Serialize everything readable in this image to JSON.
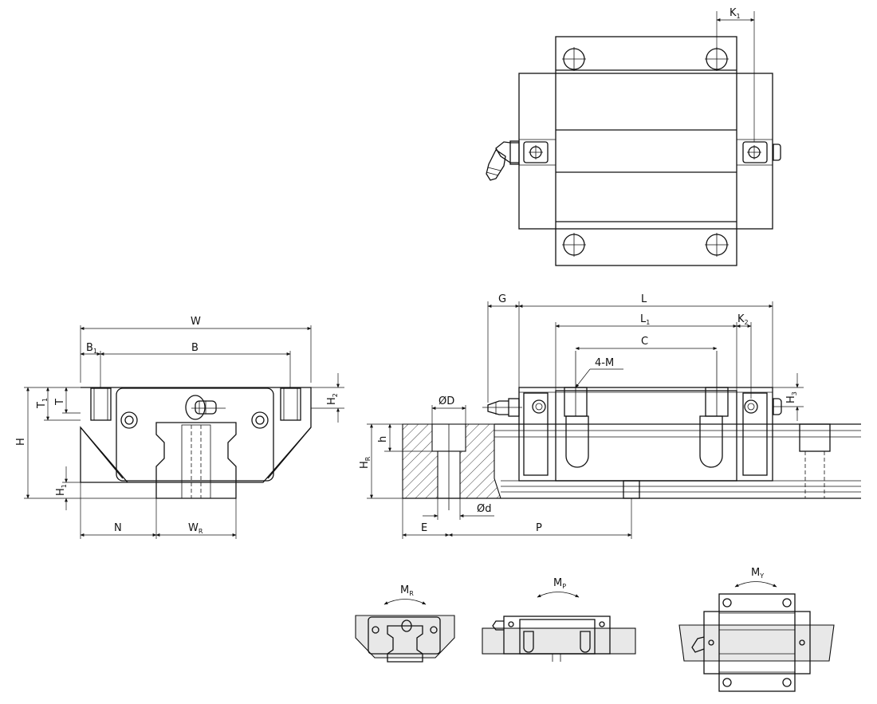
{
  "dimensions": {
    "K1": {
      "main": "K",
      "sub": "1"
    },
    "W": {
      "main": "W",
      "sub": ""
    },
    "B1": {
      "main": "B",
      "sub": "1"
    },
    "B": {
      "main": "B",
      "sub": ""
    },
    "T1": {
      "main": "T",
      "sub": "1"
    },
    "T": {
      "main": "T",
      "sub": ""
    },
    "H": {
      "main": "H",
      "sub": ""
    },
    "H1": {
      "main": "H",
      "sub": "1"
    },
    "H2": {
      "main": "H",
      "sub": "2"
    },
    "N": {
      "main": "N",
      "sub": ""
    },
    "WR": {
      "main": "W",
      "sub": "R"
    },
    "G": {
      "main": "G",
      "sub": ""
    },
    "L": {
      "main": "L",
      "sub": ""
    },
    "L1": {
      "main": "L",
      "sub": "1"
    },
    "K2": {
      "main": "K",
      "sub": "2"
    },
    "C": {
      "main": "C",
      "sub": ""
    },
    "M4": {
      "main": "4-M",
      "sub": ""
    },
    "D": {
      "main": "ØD",
      "sub": ""
    },
    "d": {
      "main": "Ød",
      "sub": ""
    },
    "h": {
      "main": "h",
      "sub": ""
    },
    "HR": {
      "main": "H",
      "sub": "R"
    },
    "H3": {
      "main": "H",
      "sub": "3"
    },
    "E": {
      "main": "E",
      "sub": ""
    },
    "P": {
      "main": "P",
      "sub": ""
    }
  },
  "moments": {
    "MR": {
      "main": "M",
      "sub": "R"
    },
    "MP": {
      "main": "M",
      "sub": "P"
    },
    "MY": {
      "main": "M",
      "sub": "Y"
    }
  }
}
